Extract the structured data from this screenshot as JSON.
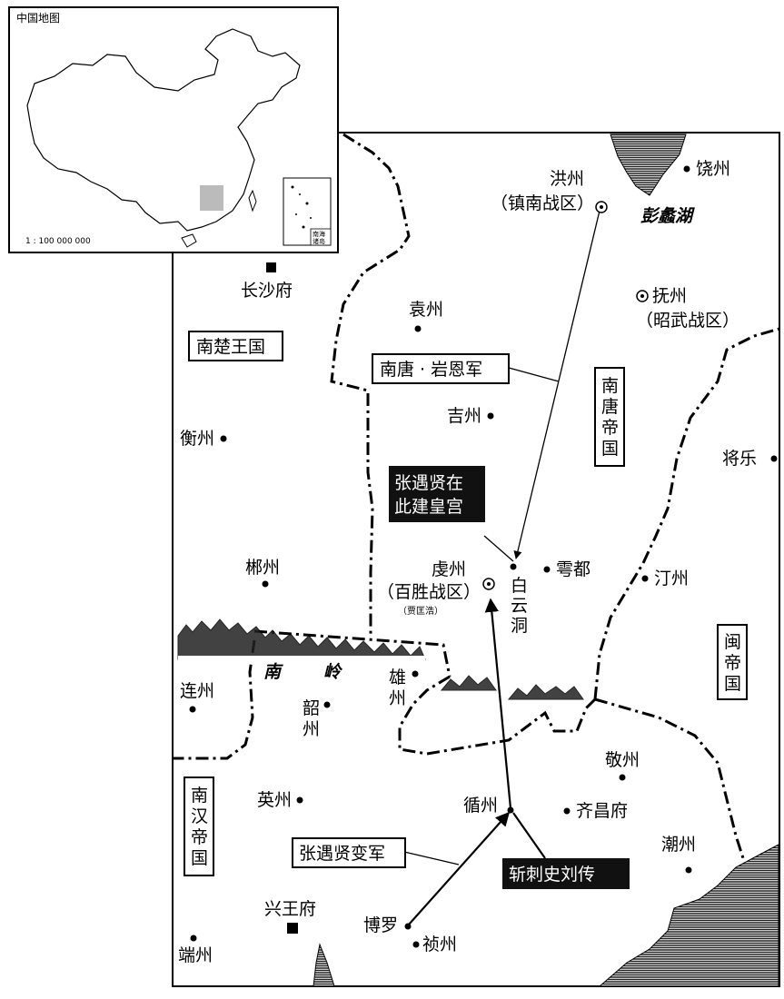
{
  "inset": {
    "title": "中国地图",
    "scale": "1 : 100 000 000",
    "south_sea_label": [
      "南海",
      "诸岛"
    ]
  },
  "places": {
    "hongzhou": "洪州",
    "hongzhou_sub": "（镇南战区）",
    "raozhou": "饶州",
    "poyang": "彭蠡湖",
    "changsha": "长沙府",
    "yuanzhou": "袁州",
    "fuzhou": "抚州",
    "fuzhou_sub": "（昭武战区）",
    "jizhou": "吉州",
    "hengzhou": "衡州",
    "jiangle": "将乐",
    "chenzhou": "郴州",
    "qianzhou": "虔州",
    "qianzhou_sub": "（百胜战区）",
    "qianzhou_note": "（贾匡浩）",
    "yundu": "雩都",
    "tingzhou": "汀州",
    "baiyundong": [
      "白",
      "云",
      "洞"
    ],
    "nanling": [
      "南",
      "岭"
    ],
    "xiongzhou": [
      "雄",
      "州"
    ],
    "lianzhou": "连州",
    "shaozhou": [
      "韶",
      "州"
    ],
    "jingzhou": "敬州",
    "yingzhou": "英州",
    "xunzhou": "循州",
    "qichangfu": "齐昌府",
    "chaozhou": "潮州",
    "xingwangfu": "兴王府",
    "boluo": "博罗",
    "zhenzhou": "祯州",
    "duanzhou": "端州"
  },
  "boxes": {
    "nanchu": "南楚王国",
    "nantang_army": "南唐 · 岩恩军",
    "nantang_empire": [
      "南",
      "唐",
      "帝",
      "国"
    ],
    "palace": [
      "张遇贤在",
      "此建皇宫"
    ],
    "min_empire": [
      "闽",
      "帝",
      "国"
    ],
    "nanhan": [
      "南",
      "汉",
      "帝",
      "国"
    ],
    "rebel_army": "张遇贤变军",
    "kill": "斩刺史刘传"
  }
}
